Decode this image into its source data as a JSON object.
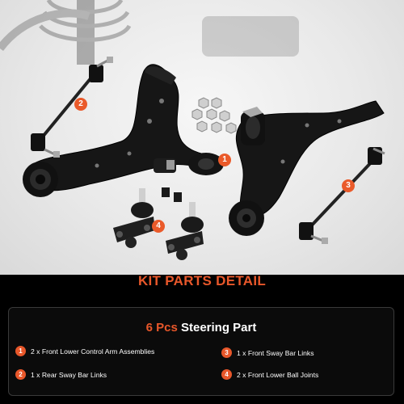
{
  "callouts": [
    "1",
    "2",
    "3",
    "4"
  ],
  "kit": {
    "title": "KIT PARTS DETAIL",
    "panel_title_highlight": "6 Pcs",
    "panel_title_rest": " Steering Part",
    "items": [
      {
        "num": "1",
        "text": "2 x Front Lower Control Arm Assemblies"
      },
      {
        "num": "2",
        "text": "1 x Rear Sway Bar Links"
      },
      {
        "num": "3",
        "text": "1 x Front Sway Bar Links"
      },
      {
        "num": "4",
        "text": "2 x Front Lower Ball Joints"
      }
    ]
  },
  "colors": {
    "accent": "#e8572a",
    "background": "#000000",
    "part": "#1a1a1a"
  },
  "icons": [
    "lower-control-arm",
    "sway-bar-link",
    "ball-joint",
    "hex-nut"
  ]
}
